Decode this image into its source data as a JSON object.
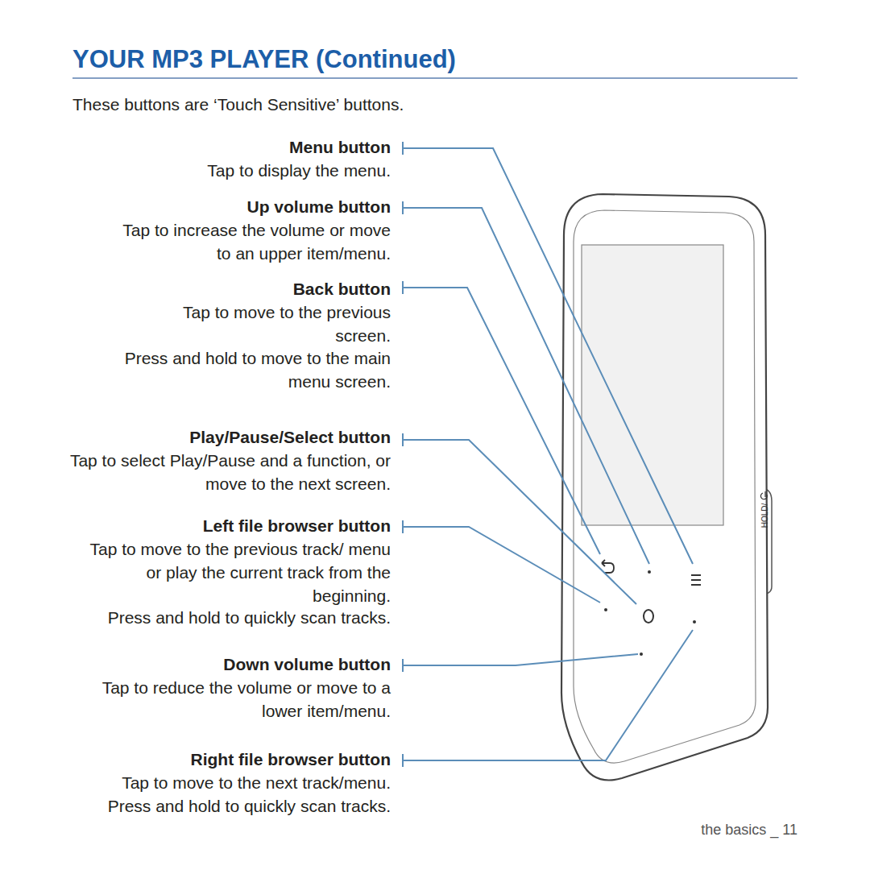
{
  "diagram": {
    "title": "YOUR MP3 PLAYER (Continued)",
    "labels": [
      "These buttons are ‘Touch Sensitive’ buttons.",
      "Menu button",
      "Tap to display the menu.",
      "Up volume button",
      "Tap to increase the volume or move to an upper item/menu.",
      "Back button",
      "Tap to move to the previous screen.",
      "Press and hold to move to the main menu screen.",
      "Play/Pause/Select button",
      "Tap to select Play/Pause and a function, or move to the next screen.",
      "Left file browser button",
      "Tap to move to the previous track/ menu or play the current track from the beginning.",
      "Press and hold to quickly scan tracks.",
      "Down volume button",
      "Tap to reduce the volume or move to a lower item/menu.",
      "Right file browser button",
      "Tap to move to the next track/menu.",
      "Press and hold to quickly scan tracks.",
      "the basics _ 11",
      "HOLD/"
    ]
  }
}
